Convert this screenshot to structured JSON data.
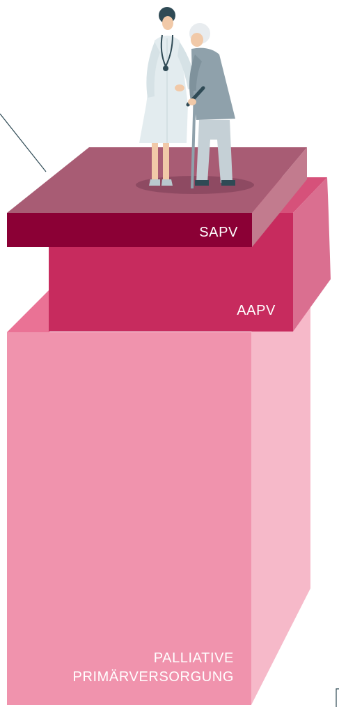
{
  "levels": {
    "sapv": {
      "label": "SAPV",
      "front_color": "#8b0035",
      "top_color": "#a85c74",
      "side_color": "#c27b8e"
    },
    "aapv": {
      "label": "AAPV",
      "front_color": "#c72b5e",
      "top_color": "#d6517a",
      "side_color": "#da6f90"
    },
    "primary": {
      "label_line1": "PALLIATIVE",
      "label_line2": "PRIMÄRVERSORGUNG",
      "front_color": "#f093ad",
      "top_color": "#ea7295",
      "side_color": "#f6b9c9"
    }
  },
  "figures": {
    "doctor": "doctor-figure",
    "patient": "elderly-patient-with-crutch"
  }
}
